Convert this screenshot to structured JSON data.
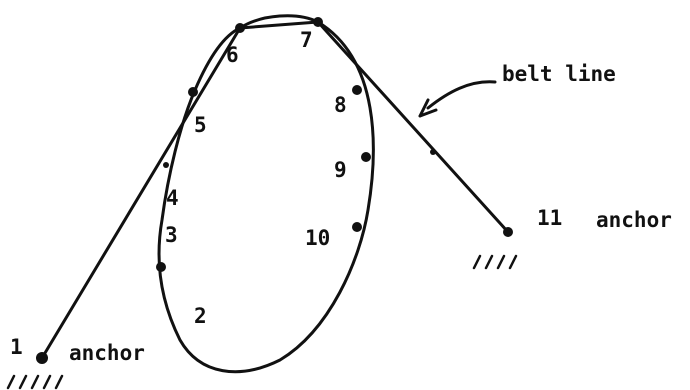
{
  "diagram": {
    "nodes": [
      {
        "id": "n1",
        "label": "1"
      },
      {
        "id": "n2",
        "label": "2"
      },
      {
        "id": "n3",
        "label": "3"
      },
      {
        "id": "n4",
        "label": "4"
      },
      {
        "id": "n5",
        "label": "5"
      },
      {
        "id": "n6",
        "label": "6"
      },
      {
        "id": "n7",
        "label": "7"
      },
      {
        "id": "n8",
        "label": "8"
      },
      {
        "id": "n9",
        "label": "9"
      },
      {
        "id": "n10",
        "label": "10"
      },
      {
        "id": "n11",
        "label": "11"
      }
    ],
    "anchor_left_label": "anchor",
    "anchor_right_label": "anchor",
    "callout_label": "belt line"
  },
  "colors": {
    "ink": "#111111",
    "background": "#ffffff"
  }
}
